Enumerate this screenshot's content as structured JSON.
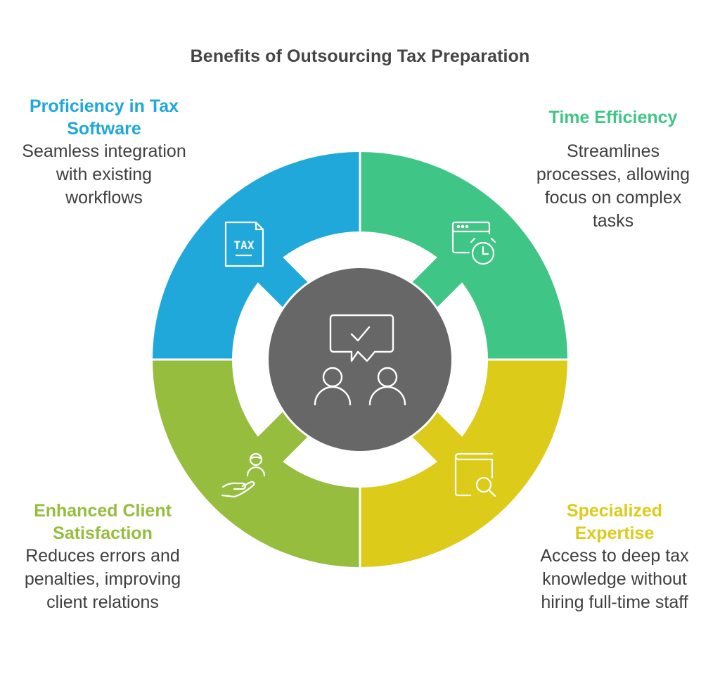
{
  "title": "Benefits of Outsourcing Tax Preparation",
  "colors": {
    "proficiency": "#1FA8D9",
    "time": "#3FC585",
    "satisfaction": "#96BD3D",
    "expertise": "#DDCB1A",
    "center": "#676767",
    "text": "#3f3f3f"
  },
  "center": {
    "icon": "chat-check-two-people-icon"
  },
  "segments": [
    {
      "position": "top-left",
      "heading": "Proficiency in Tax Software",
      "description": "Seamless integration with existing workflows",
      "icon": "tax-document-icon"
    },
    {
      "position": "top-right",
      "heading": "Time Efficiency",
      "description": "Streamlines processes, allowing focus on complex tasks",
      "icon": "browser-alarm-clock-icon"
    },
    {
      "position": "bottom-left",
      "heading": "Enhanced Client Satisfaction",
      "description": "Reduces errors and penalties, improving client relations",
      "icon": "hand-person-icon"
    },
    {
      "position": "bottom-right",
      "heading": "Specialized Expertise",
      "description": "Access to deep tax knowledge without hiring full-time staff",
      "icon": "book-search-icon"
    }
  ]
}
